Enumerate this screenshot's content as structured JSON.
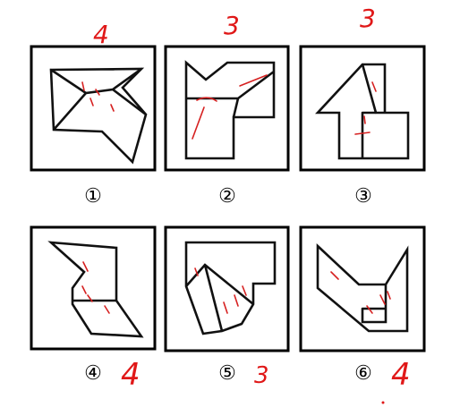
{
  "panels": [
    {
      "label": "①",
      "annotation": "4",
      "accent": "#e01818"
    },
    {
      "label": "②",
      "annotation": "3",
      "accent": "#e01818"
    },
    {
      "label": "③",
      "annotation": "3",
      "accent": "#e01818"
    },
    {
      "label": "④",
      "annotation": "4",
      "accent": "#e01818"
    },
    {
      "label": "⑤",
      "annotation": "3",
      "accent": "#e01818"
    },
    {
      "label": "⑥",
      "annotation": "4",
      "accent": "#e01818"
    }
  ],
  "colors": {
    "ink": "#111111",
    "annotation": "#e01818",
    "background": "#ffffff"
  }
}
